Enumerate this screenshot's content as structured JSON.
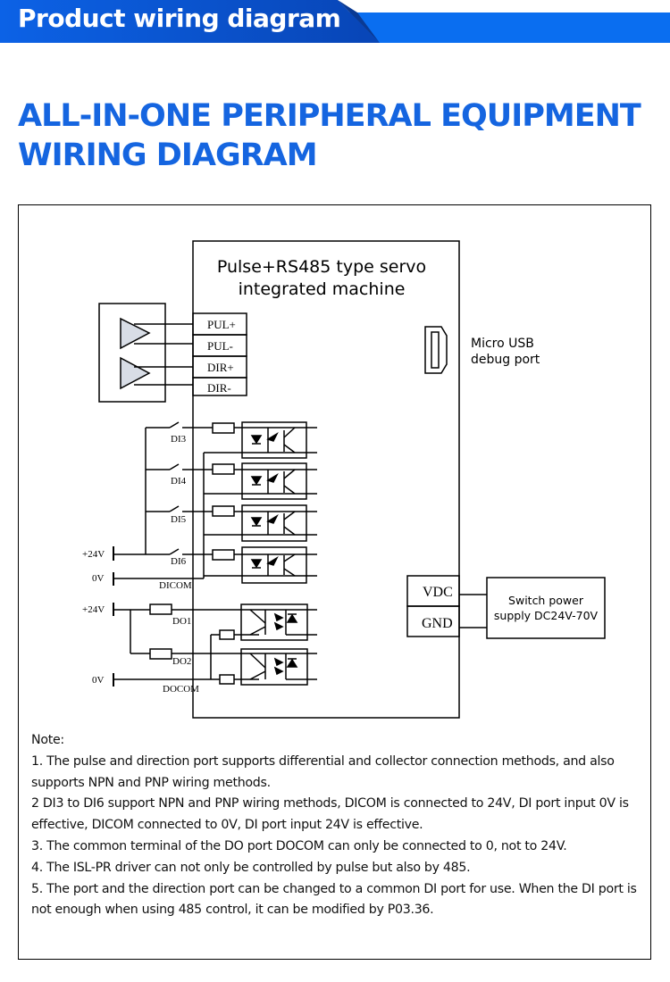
{
  "banner": {
    "title": "Product wiring diagram",
    "colors": {
      "dark": "#0b4fc4",
      "light": "#0a6ef0"
    }
  },
  "main_title": {
    "line1": "ALL-IN-ONE PERIPHERAL EQUIPMENT",
    "line2": "WIRING DIAGRAM",
    "color": "#1565e0"
  },
  "diagram": {
    "device_title_line1": "Pulse+RS485 type servo",
    "device_title_line2": "integrated machine",
    "pulse_terminals": [
      "PUL+",
      "PUL-",
      "DIR+",
      "DIR-"
    ],
    "digital_inputs": [
      "DI3",
      "DI4",
      "DI5",
      "DI6"
    ],
    "di_common": "DICOM",
    "digital_outputs": [
      "DO1",
      "DO2"
    ],
    "do_common": "DOCOM",
    "supply_labels": {
      "plus24_di": "+24V",
      "zero_di": "0V",
      "plus24_do": "+24V",
      "zero_do": "0V"
    },
    "usb_label_line1": "Micro USB",
    "usb_label_line2": "debug port",
    "power_terminals": [
      "VDC",
      "GND"
    ],
    "power_supply_line1": "Switch power",
    "power_supply_line2": "supply DC24V-70V",
    "icons": [
      "differential-driver-icon",
      "optocoupler-icon",
      "resistor-icon",
      "switch-icon",
      "micro-usb-port-icon"
    ]
  },
  "notes": {
    "heading": "Note:",
    "items": [
      "1. The pulse and direction port supports differential and collector connection methods, and also supports NPN and PNP wiring methods.",
      "2 DI3 to DI6 support NPN and PNP wiring methods, DICOM is connected to 24V, DI port input 0V is effective, DICOM connected to 0V, DI port input 24V is effective.",
      "3. The common terminal of the DO port DOCOM can only be connected to 0, not to 24V.",
      "4. The ISL-PR driver can not only be controlled by pulse but also by 485.",
      "5. The port and the direction port can be changed to a common DI port for use. When the DI port is not enough when using 485 control, it can be modified by P03.36."
    ]
  }
}
